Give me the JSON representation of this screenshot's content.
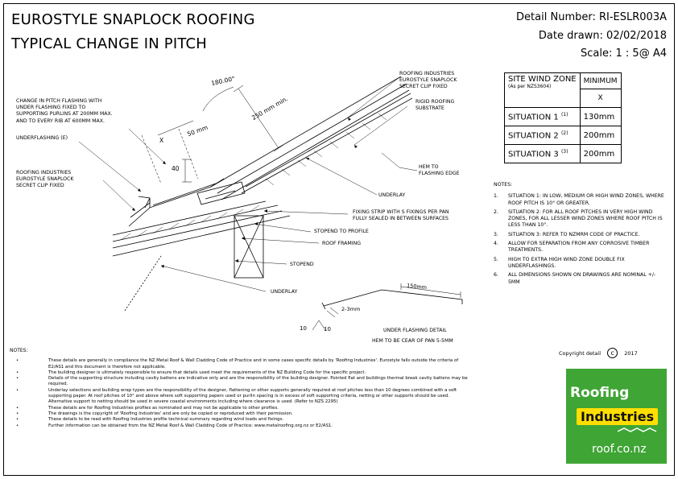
{
  "title": {
    "line1": "EUROSTYLE SNAPLOCK ROOFING",
    "line2": "TYPICAL CHANGE IN PITCH"
  },
  "meta": {
    "detail_number": "Detail Number:  RI-ESLR003A",
    "date_drawn": "Date drawn:  02/02/2018",
    "scale": "Scale:   1 : 5@ A4"
  },
  "drawing_labels": {
    "angle": "180.00°",
    "dim_250": "250 mm min.",
    "dim_50": "50 mm",
    "dim_x": "X",
    "dim_40": "40",
    "change_in_pitch": [
      "CHANGE IN PITCH FLASHING WITH",
      "UNDER FLASHING FIXED TO",
      "SUPPORTING PURLINS AT 200mm MAX.",
      "AND TO EVERY RIB AT 600mm MAX."
    ],
    "underflashing": "UNDERFLASHING (E)",
    "clip_left": [
      "ROOFING INDUSTRIES",
      "EUROSTYLE SNAPLOCK",
      "SECRET CLIP FIXED"
    ],
    "clip_right": [
      "ROOFING INDUSTRIES",
      "EUROSTYLE SNAPLOCK",
      "SECRET CLIP FIXED"
    ],
    "rigid_roofing": [
      "RIGID ROOFING",
      "SUBSTRATE"
    ],
    "hem_to_flashing": [
      "HEM TO",
      "FLASHING EDGE"
    ],
    "underlay_1": "UNDERLAY",
    "fixing_strip": [
      "FIXING STRIP WITH S FIXINGS PER PAN",
      "FULLY SEALED IN BETWEEN SURFACES"
    ],
    "stopend_profile": "STOPEND TO PROFILE",
    "roof_framing": "ROOF FRAMING",
    "stopend": "STOPEND",
    "underlay_2": "UNDERLAY",
    "detail_150": "150mm",
    "detail_23": "2-3mm",
    "detail_10a": "10",
    "detail_10b": "10",
    "underflashing_detail": "UNDER FLASHING DETAIL",
    "hem_to_be_clear": "HEM TO BE CEAR OF PAN 5-5mm"
  },
  "wind_table": {
    "site_wind_zone": "SITE WIND ZONE",
    "as_per": "(As per NZS3604)",
    "minimum": "MINIMUM",
    "x": "X",
    "rows": [
      {
        "label": "SITUATION 1",
        "sup": "(1)",
        "value": "130mm"
      },
      {
        "label": "SITUATION 2",
        "sup": "(2)",
        "value": "200mm"
      },
      {
        "label": "SITUATION 3",
        "sup": "(3)",
        "value": "200mm"
      }
    ]
  },
  "notes_right": {
    "heading": "NOTES:",
    "items": [
      {
        "num": "1.",
        "text": "SITUATION 1: IN LOW, MEDIUM OR HIGH WIND ZONES, WHERE ROOF PITCH IS 10° OR GREATER."
      },
      {
        "num": "2.",
        "text": "SITUATION 2: FOR ALL ROOF PITCHES IN VERY HIGH WIND ZONES, FOR ALL LESSER WIND ZONES WHERE ROOF PITCH IS LESS THAN 10°."
      },
      {
        "num": "3.",
        "text": "SITUATION 3: REFER TO NZMRM CODE OF PRACTICE."
      },
      {
        "num": "4.",
        "text": "ALLOW FOR SEPARATION FROM ANY CORROSIVE TIMBER TREATMENTS."
      },
      {
        "num": "5.",
        "text": "HIGH TO EXTRA HIGH WIND ZONE DOUBLE FIX UNDERFLASHINGS."
      },
      {
        "num": "6.",
        "text": "ALL DIMENSIONS SHOWN ON DRAWINGS ARE NOMINAL +/- 5mm"
      }
    ]
  },
  "notes_bottom": {
    "heading": "NOTES:",
    "items": [
      "These details are generally in compliance the NZ Metal Roof & Wall Cladding Code of Practice and in some cases specific details by 'Roofing Industries'. Eurostyle falls outside the criteria of E2/AS1 and this document is therefore not applicable.",
      "The building designer is ultimately responsible to ensure that details used meet the requirements of the NZ Building Code for the specific project.",
      "Details of the supporting structure including cavity battens are indicative only and are the responsibility of the building designer. Pointed flat and buildings thermal break cavity battens may be required.",
      "Underlay selections and building wrap types are the responsibility of the designer, flattening or other supports generally required at roof pitches less than 10 degrees combined with a soft supporting paper. At roof pitches of 10° and above where soft supporting papers used or purlin spacing is in excess of soft supporting criteria, netting or other supports should be used. Alternative support to netting should be used in severe coastal environments including where clearance is used. (Refer to NZS 2295)",
      "These details are for Roofing Industries profiles as nominated and may not be applicable to other profiles.",
      "The drawings is the copyright of 'Roofing Industries' and are only be copied or reproduced with their permission.",
      "These details to be read with Roofing Industries profile technical summary regarding wind loads and fixings.",
      "Further information can be obtained from the NZ Metal Roof & Wall Cladding Code of Practice: www.metalroofing.org.nz or E2/AS1."
    ]
  },
  "copyright": {
    "text": "Copyright detail",
    "year": "2017"
  },
  "logo": {
    "line1": "Roofing",
    "line2": "Industries",
    "line3": "roof.co.nz",
    "green": "#3fa535",
    "yellow": "#ffde00"
  }
}
